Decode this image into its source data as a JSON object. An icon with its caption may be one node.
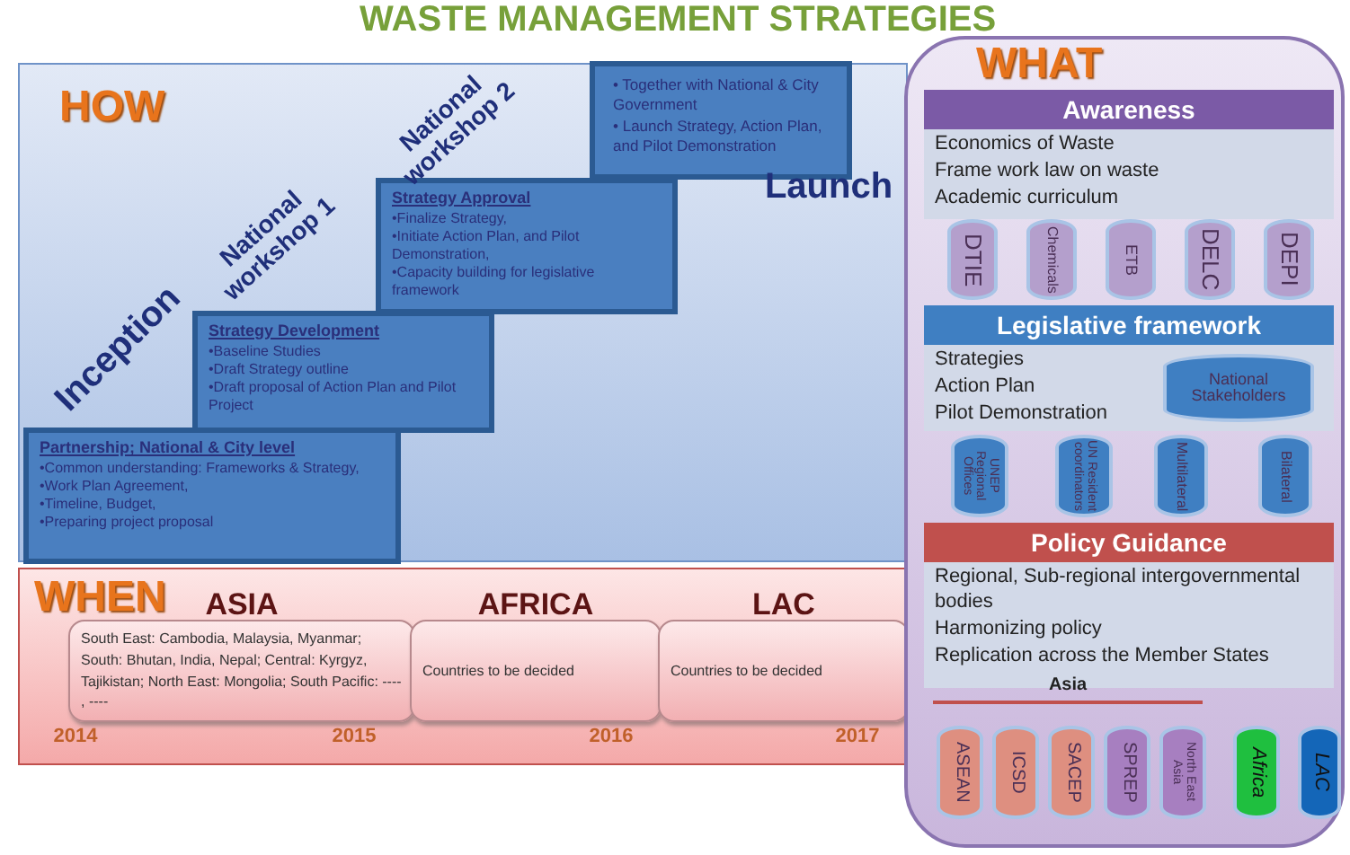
{
  "diagram": {
    "title": "WASTE MANAGEMENT STRATEGIES",
    "nodes": [
      {
        "text": [
          "HOW"
        ]
      },
      {
        "text": [
          "Partnership; National  & City level",
          "•Common understanding: Frameworks & Strategy,",
          "•Work Plan Agreement,",
          "•Timeline, Budget,",
          "•Preparing project proposal"
        ],
        "in": 0
      },
      {
        "text": [
          "Strategy Development",
          "•Baseline Studies",
          "•Draft Strategy outline",
          "•Draft proposal of Action Plan and Pilot Project"
        ],
        "in": 0
      },
      {
        "text": [
          "Strategy Approval",
          "•Finalize Strategy,",
          "•Initiate Action Plan, and Pilot Demonstration,",
          "•Capacity building for legislative framework"
        ],
        "in": 0
      },
      {
        "text": [
          "• Together with National &  City Government",
          "• Launch Strategy, Action Plan, and Pilot Demonstration"
        ],
        "in": 0
      },
      {
        "text": [
          "WHEN"
        ]
      },
      {
        "text": [
          "ASIA",
          "South East: Cambodia, Malaysia, Myanmar; South: Bhutan, India, Nepal; Central: Kyrgyz, Tajikistan; North East: Mongolia; South Pacific: ---- , ----"
        ],
        "in": 5
      },
      {
        "text": [
          "AFRICA",
          "Countries to be decided"
        ],
        "in": 5
      },
      {
        "text": [
          "LAC",
          "Countries to be decided"
        ],
        "in": 5
      },
      {
        "text": [
          "WHAT"
        ]
      },
      {
        "text": [
          "Awareness",
          "Economics of Waste",
          "Frame work law on waste",
          "Academic curriculum"
        ],
        "in": 9
      },
      {
        "text": [
          "DTIE"
        ],
        "in": 9
      },
      {
        "text": [
          "Chemicals"
        ],
        "in": 9
      },
      {
        "text": [
          "ETB"
        ],
        "in": 9
      },
      {
        "text": [
          "DELC"
        ],
        "in": 9
      },
      {
        "text": [
          "DEPI"
        ],
        "in": 9
      },
      {
        "text": [
          "Legislative framework",
          "Strategies",
          "Action Plan",
          "Pilot Demonstration"
        ],
        "in": 9
      },
      {
        "text": [
          "National Stakeholders"
        ],
        "in": 16
      },
      {
        "text": [
          "UNEP Regional Offices"
        ],
        "in": 9
      },
      {
        "text": [
          "UN Resident coordinators"
        ],
        "in": 9
      },
      {
        "text": [
          "Multilateral"
        ],
        "in": 9
      },
      {
        "text": [
          "Bilateral"
        ],
        "in": 9
      },
      {
        "text": [
          "Policy Guidance",
          "Regional, Sub-regional intergovernmental bodies",
          "Harmonizing policy",
          "Replication across the Member States"
        ],
        "in": 9
      },
      {
        "text": [
          "ASEAN"
        ],
        "in": 9
      },
      {
        "text": [
          "ICSD"
        ],
        "in": 9
      },
      {
        "text": [
          "SACEP"
        ],
        "in": 9
      },
      {
        "text": [
          "SPREP"
        ],
        "in": 9
      },
      {
        "text": [
          "North East Asia"
        ],
        "in": 9
      },
      {
        "text": [
          "Africa"
        ],
        "in": 9
      },
      {
        "text": [
          "LAC"
        ],
        "in": 9
      }
    ],
    "edges": [],
    "labels": [
      "National workshop 2",
      "Launch",
      "National workshop 1",
      "Inception",
      "2014",
      "2015",
      "2016",
      "2017",
      "Asia"
    ]
  }
}
